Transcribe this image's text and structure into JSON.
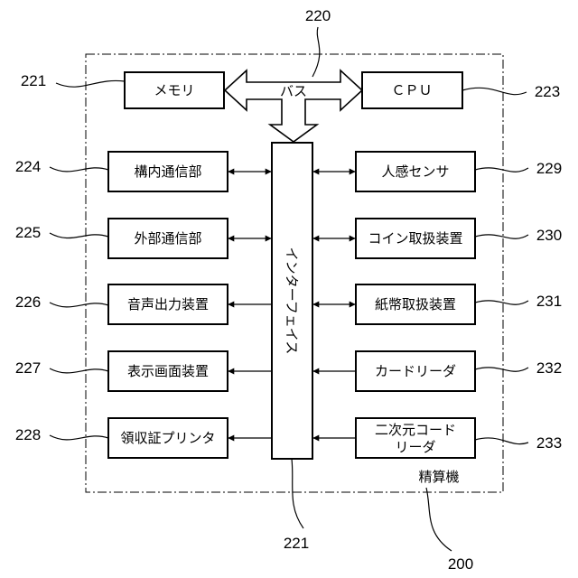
{
  "refs": {
    "bus": "220",
    "memory": "221",
    "interface": "221",
    "cpu": "223",
    "internal_comm": "224",
    "external_comm": "225",
    "audio_output": "226",
    "display": "227",
    "receipt_printer": "228",
    "motion_sensor": "229",
    "coin_handler": "230",
    "bill_handler": "231",
    "card_reader": "232",
    "qr_reader": "233",
    "machine": "200"
  },
  "labels": {
    "memory": "メモリ",
    "bus": "バス",
    "cpu": "ＣＰＵ",
    "interface": "インターフェイス",
    "internal_comm": "構内通信部",
    "external_comm": "外部通信部",
    "audio_output": "音声出力装置",
    "display": "表示画面装置",
    "receipt_printer": "領収証プリンタ",
    "motion_sensor": "人感センサ",
    "coin_handler": "コイン取扱装置",
    "bill_handler": "紙幣取扱装置",
    "card_reader": "カードリーダ",
    "qr_reader_line1": "二次元コード",
    "qr_reader_line2": "リーダ",
    "machine": "精算機"
  }
}
